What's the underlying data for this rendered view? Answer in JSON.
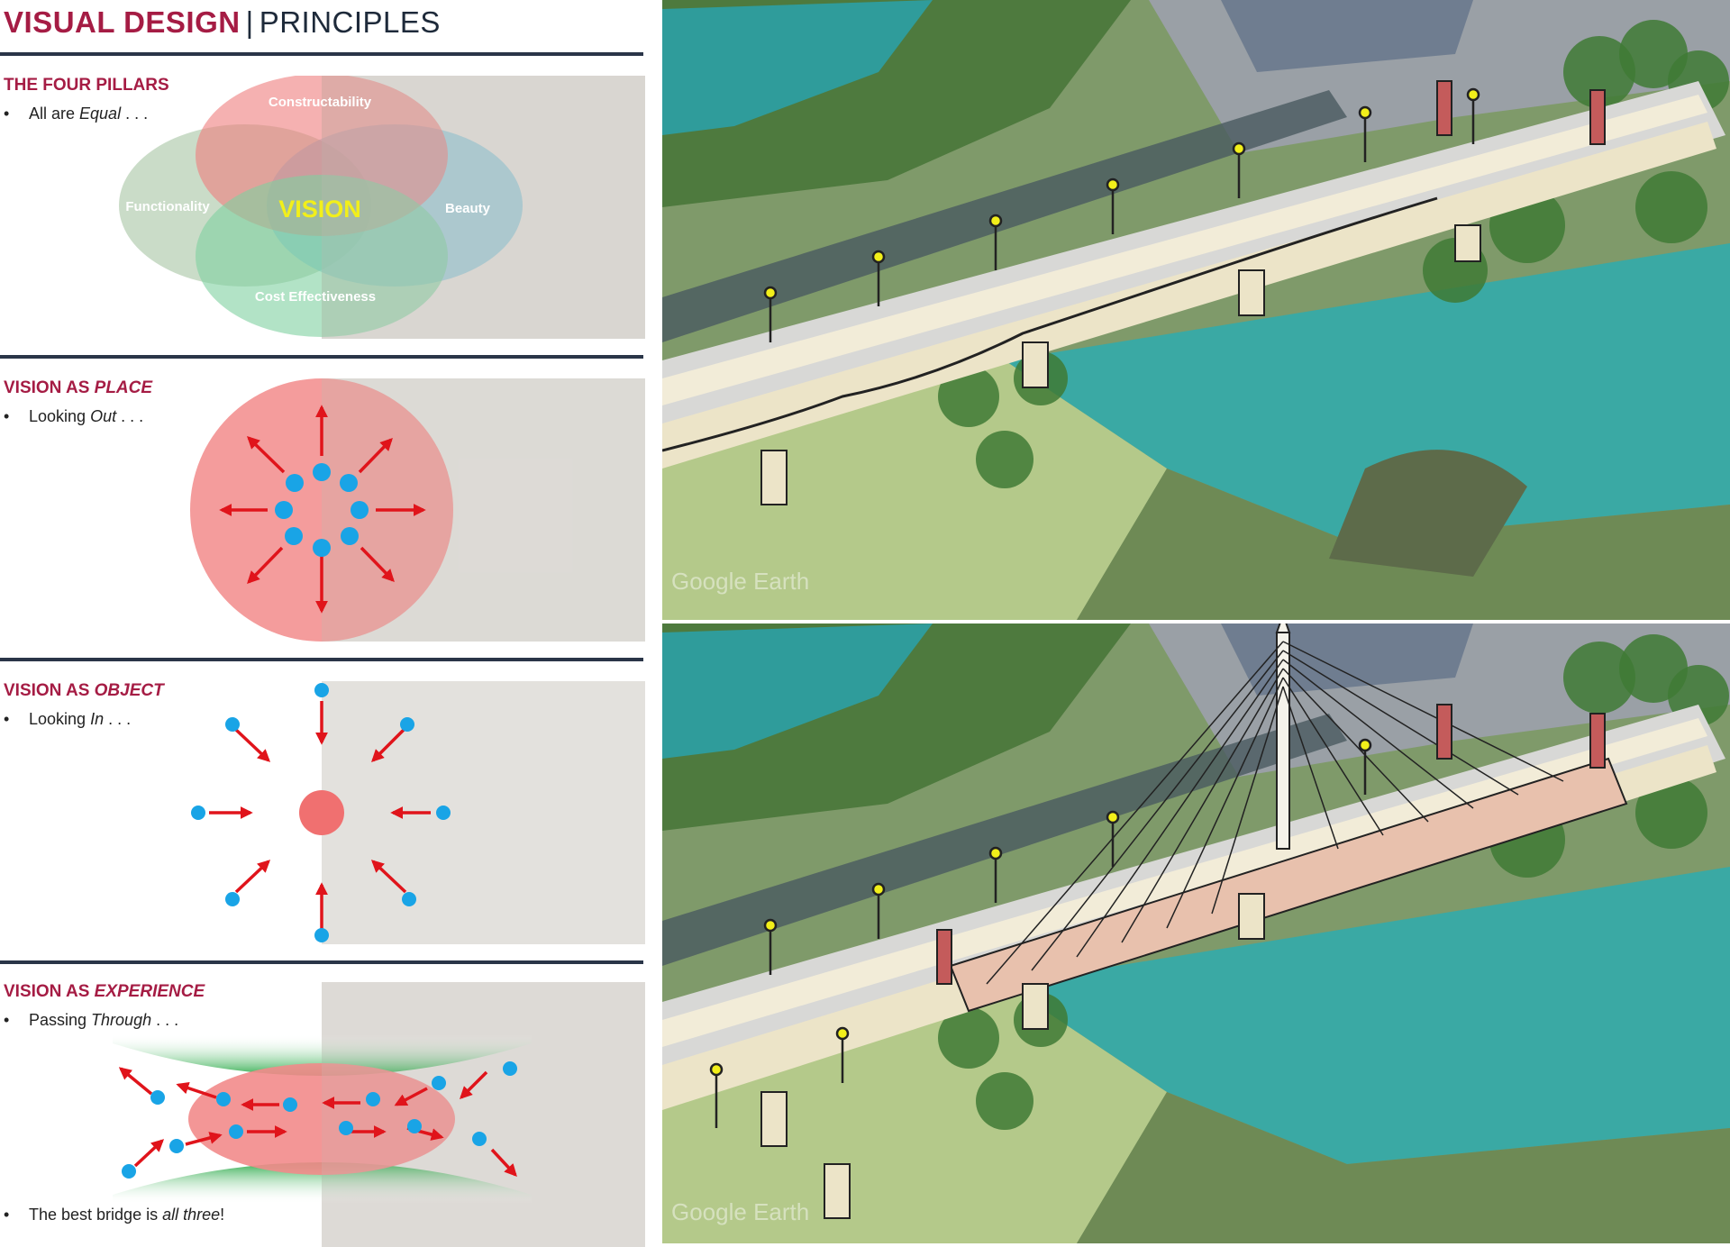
{
  "header": {
    "title_bold": "VISUAL DESIGN",
    "separator": "|",
    "title_light": "PRINCIPLES"
  },
  "pillars": {
    "heading": "THE FOUR PILLARS",
    "bullet_prefix": "All are ",
    "bullet_em": "Equal",
    "bullet_suffix": " . . .",
    "labels": {
      "top": "Constructability",
      "left": "Functionality",
      "right": "Beauty",
      "bottom": "Cost Effectiveness",
      "center": "VISION"
    },
    "colors": {
      "top": "#f08a8a",
      "left": "#b6cfae",
      "right": "#8dc8dc",
      "bottom": "#8cd6a8",
      "center": "#f2ef1a"
    }
  },
  "place": {
    "heading_prefix": "VISION AS ",
    "heading_em": "PLACE",
    "bullet_prefix": "Looking ",
    "bullet_em": "Out",
    "bullet_suffix": " . . ."
  },
  "object": {
    "heading_prefix": "VISION AS ",
    "heading_em": "OBJECT",
    "bullet_prefix": "Looking ",
    "bullet_em": "In",
    "bullet_suffix": " . . ."
  },
  "experience": {
    "heading_prefix": "VISION AS ",
    "heading_em": "EXPERIENCE",
    "bullet_prefix": "Passing ",
    "bullet_em": "Through",
    "bullet_suffix": " . . .",
    "final_prefix": "The best bridge is ",
    "final_em": "all three",
    "final_suffix": "!"
  },
  "colors": {
    "accent": "#a51c44",
    "arrow": "#e0141b",
    "dot": "#19a4e6",
    "red_area": "#f28b8b",
    "green": "#27a845"
  },
  "scenes": {
    "top_watermark": "Google Earth",
    "bottom_watermark": "Google Earth"
  }
}
